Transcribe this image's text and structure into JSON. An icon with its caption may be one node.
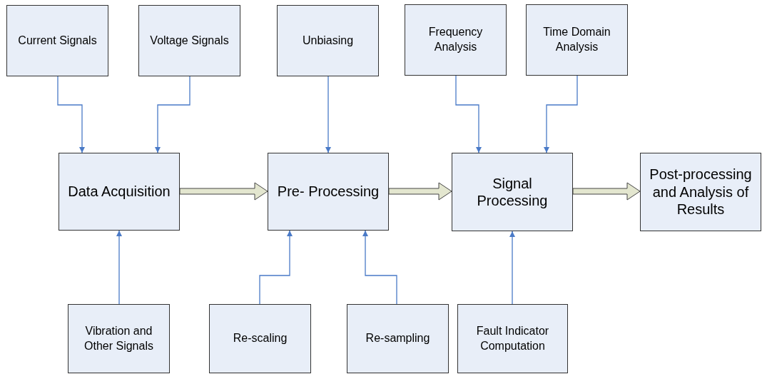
{
  "diagram": {
    "nodes": [
      {
        "text": [
          "Current Signals"
        ]
      },
      {
        "text": [
          "Voltage Signals"
        ]
      },
      {
        "text": [
          "Unbiasing"
        ]
      },
      {
        "text": [
          "Frequency Analysis"
        ]
      },
      {
        "text": [
          "Time Domain Analysis"
        ]
      },
      {
        "text": [
          "Data Acquisition"
        ]
      },
      {
        "text": [
          "Pre- Processing"
        ]
      },
      {
        "text": [
          "Signal Processing"
        ]
      },
      {
        "text": [
          "Post-processing and Analysis of Results"
        ]
      },
      {
        "text": [
          "Vibration and Other Signals"
        ]
      },
      {
        "text": [
          "Re-scaling"
        ]
      },
      {
        "text": [
          "Re-sampling"
        ]
      },
      {
        "text": [
          "Fault Indicator Computation"
        ]
      }
    ],
    "edges": [
      {
        "from": 0,
        "to": 5,
        "arrow": "to"
      },
      {
        "from": 1,
        "to": 5,
        "arrow": "to"
      },
      {
        "from": 2,
        "to": 6,
        "arrow": "to"
      },
      {
        "from": 3,
        "to": 7,
        "arrow": "to"
      },
      {
        "from": 4,
        "to": 7,
        "arrow": "to"
      },
      {
        "from": 9,
        "to": 5,
        "arrow": "to"
      },
      {
        "from": 10,
        "to": 6,
        "arrow": "to"
      },
      {
        "from": 11,
        "to": 6,
        "arrow": "to"
      },
      {
        "from": 12,
        "to": 7,
        "arrow": "to"
      },
      {
        "from": 5,
        "to": 6,
        "arrow": "to",
        "style": "thick",
        "color": "#e3e6cf"
      },
      {
        "from": 6,
        "to": 7,
        "arrow": "to",
        "style": "thick",
        "color": "#e3e6cf"
      },
      {
        "from": 7,
        "to": 8,
        "arrow": "to",
        "style": "thick",
        "color": "#e3e6cf"
      }
    ]
  }
}
